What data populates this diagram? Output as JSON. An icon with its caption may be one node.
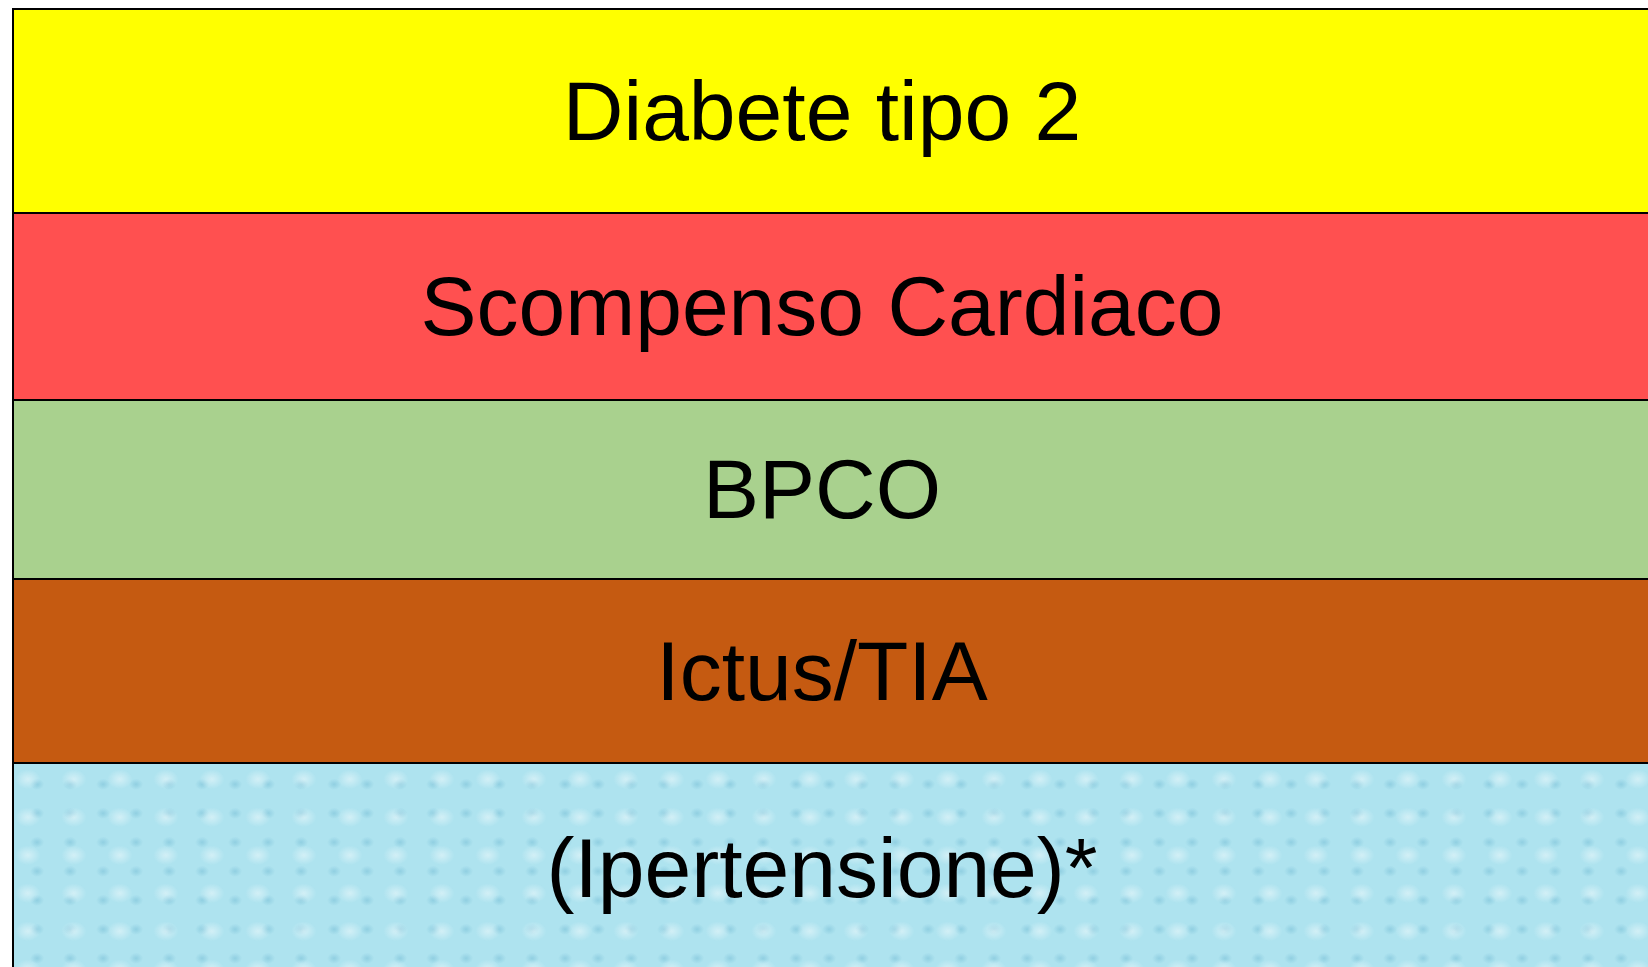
{
  "diagram": {
    "nodes": [
      {
        "text": [
          "Diabete tipo 2"
        ]
      },
      {
        "text": [
          "Scompenso Cardiaco"
        ]
      },
      {
        "text": [
          "BPCO"
        ]
      },
      {
        "text": [
          "Ictus/TIA"
        ]
      },
      {
        "text": [
          "(Ipertensione)*"
        ]
      }
    ]
  }
}
